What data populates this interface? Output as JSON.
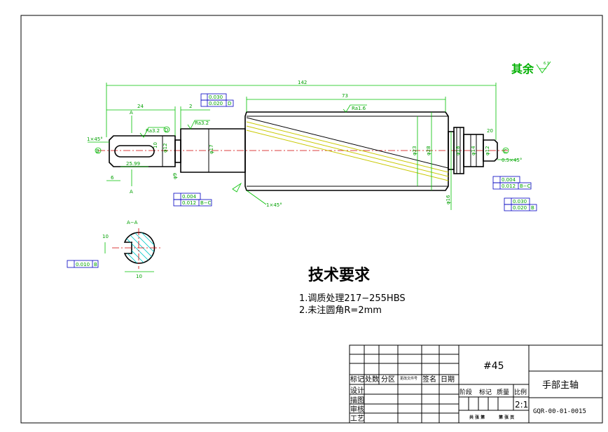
{
  "drawing": {
    "surface_roughness_note": "其余",
    "surface_roughness_symbol_value": "6.3",
    "dimensions": {
      "overall_length": "142",
      "middle_length": "73",
      "left_length": "24",
      "step_length": "2",
      "keyway_length": "25.99",
      "keyway_offset": "6",
      "chamfer_left": "1×45°",
      "chamfer_mid": "1×45°",
      "chamfer_right": "0.5×45°",
      "right_small_len": "20",
      "roughness_1": "Ra1.6",
      "roughness_2": "Ra3.2",
      "roughness_3": "Ra3.2",
      "datum_b": "B",
      "datum_c": "C",
      "datum_d": "D",
      "dia_12": "φ12",
      "dia_17": "φ17",
      "dia_23": "φ23",
      "dia_28": "φ28",
      "dia_16": "φ16",
      "dia_9": "φ9",
      "dia_18": "φ18",
      "dia_14": "φ14",
      "dia_12r": "φ12",
      "key_width": "10",
      "tol_030": "0.030",
      "tol_020d": "0.020",
      "tol_004": "0.004",
      "tol_012bc": "0.012",
      "tol_012bc_ref": "B−C",
      "tol_004r": "0.004",
      "tol_012bcr": "0.012",
      "tol_012bcr_ref": "B−C",
      "tol_030r": "0.030",
      "tol_020dr": "0.020",
      "datum_label_b": "B",
      "datum_label_d": "D",
      "section_label_top": "A",
      "section_label_bottom": "A"
    },
    "section": {
      "title": "A−A",
      "dim_width": "10",
      "dim_depth": "10",
      "flat_tol": "0.010",
      "flat_ref": "B"
    },
    "requirements": {
      "heading": "技术要求",
      "items": [
        "1.调质处理217−255HBS",
        "2.未注圆角R=2mm"
      ]
    }
  },
  "title_block": {
    "material": "#45",
    "part_name": "手部主轴",
    "drawing_number": "GQR-00-01-0015",
    "scale": "2:1",
    "header_labels": [
      "标记",
      "处数",
      "分区",
      "更改文件号",
      "签名",
      "日期"
    ],
    "row_labels": [
      "设计",
      "描图",
      "审核",
      "工艺"
    ],
    "stage_labels": [
      "阶段",
      "标记",
      "质量",
      "比例"
    ],
    "sheet_labels": [
      "共 张 第",
      "第 张 页"
    ]
  }
}
